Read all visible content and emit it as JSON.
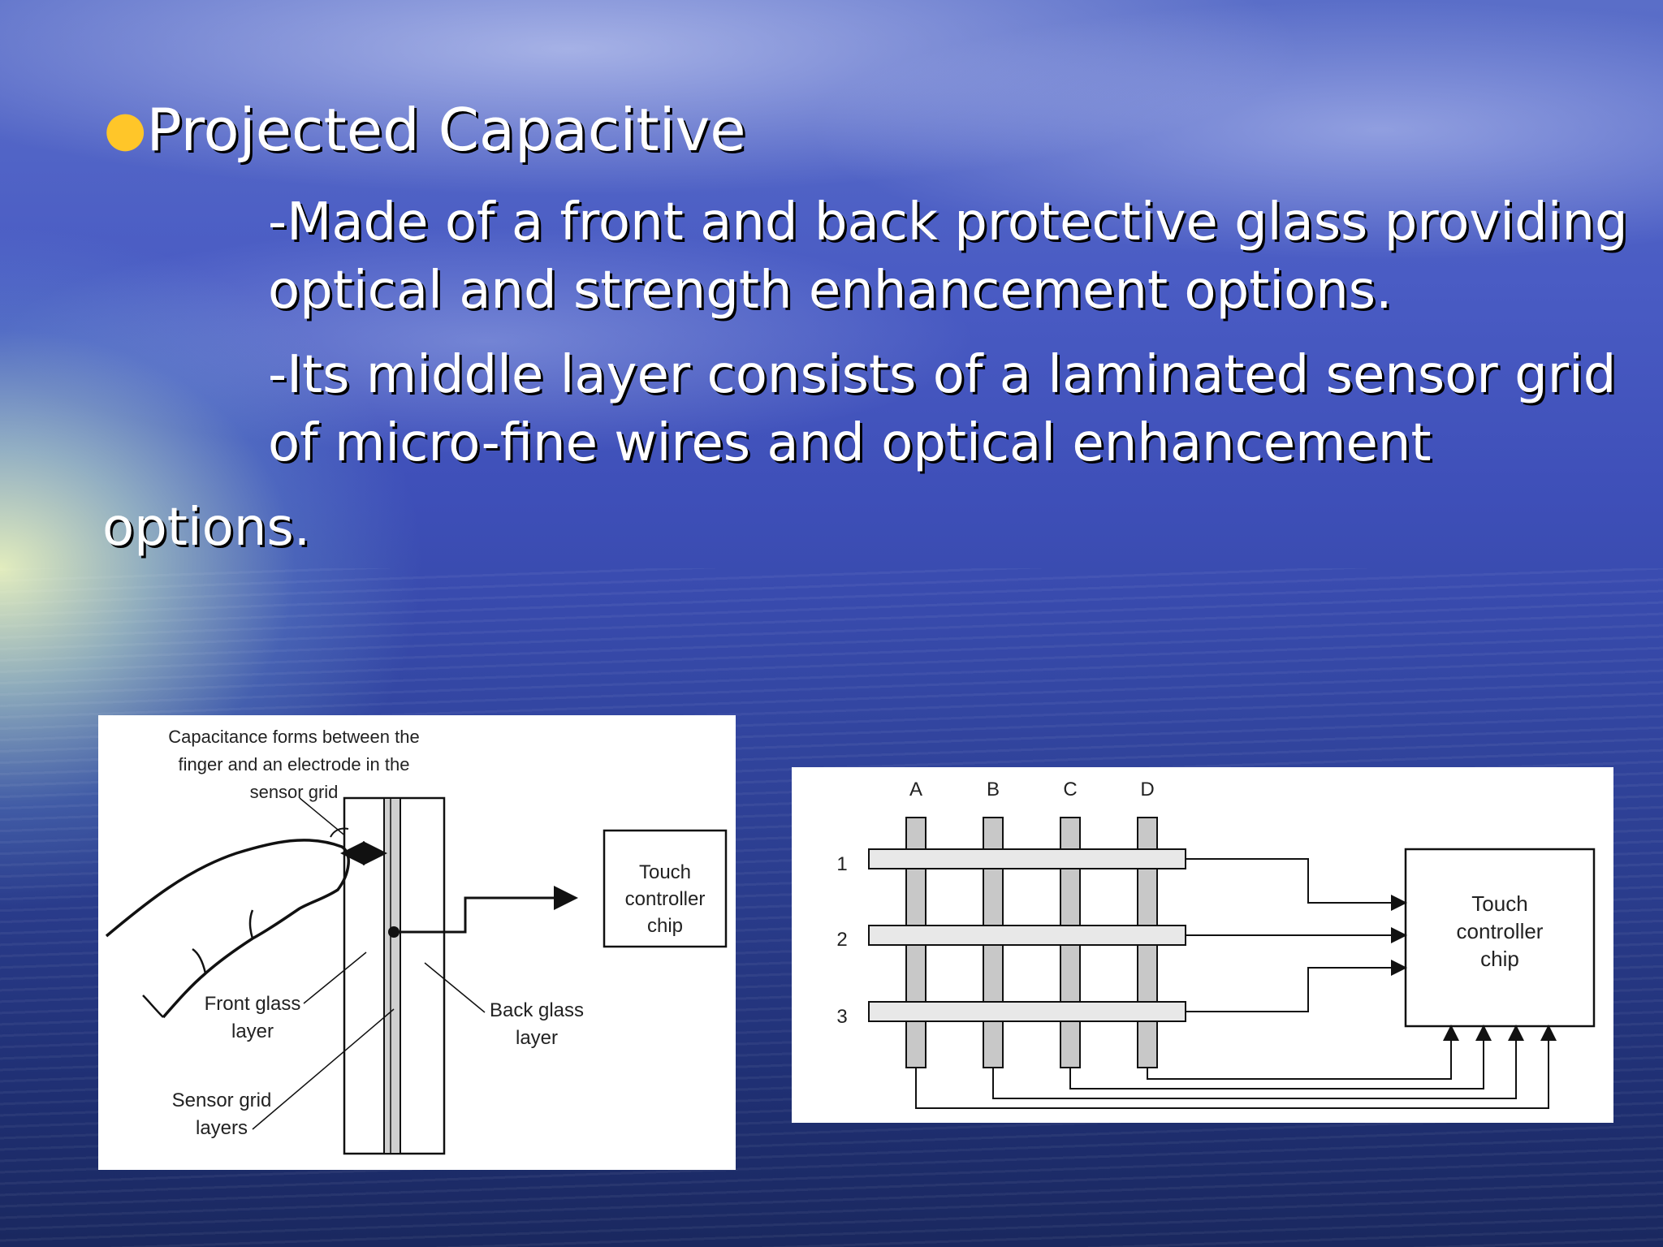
{
  "slide": {
    "bullet_title": "Projected Capacitive",
    "paragraphs": [
      "-Made of a front and back protective glass providing optical and strength enhancement options.",
      "-Its middle layer consists of a laminated sensor grid of micro-fine wires and optical enhancement options."
    ],
    "lines": {
      "p1_l1": "-Made of a front and back protective glass providing",
      "p1_l2": "optical and strength enhancement options.",
      "p2_l1": "-Its middle layer consists of a laminated sensor grid",
      "p2_l2": "of micro-fine wires and optical enhancement",
      "p2_l3": "options."
    },
    "colors": {
      "bullet": "#ffc629",
      "text": "#ffffff",
      "text_shadow": "#000000"
    }
  },
  "diagram_left": {
    "caption_lines": [
      "Capacitance forms between the",
      "finger and an electrode in the",
      "sensor grid"
    ],
    "front_glass": [
      "Front glass",
      "layer"
    ],
    "sensor_grid": [
      "Sensor grid",
      "layers"
    ],
    "back_glass": [
      "Back glass",
      "layer"
    ],
    "controller": [
      "Touch",
      "controller",
      "chip"
    ]
  },
  "diagram_right": {
    "columns": [
      "A",
      "B",
      "C",
      "D"
    ],
    "rows": [
      "1",
      "2",
      "3"
    ],
    "controller": [
      "Touch",
      "controller",
      "chip"
    ]
  }
}
